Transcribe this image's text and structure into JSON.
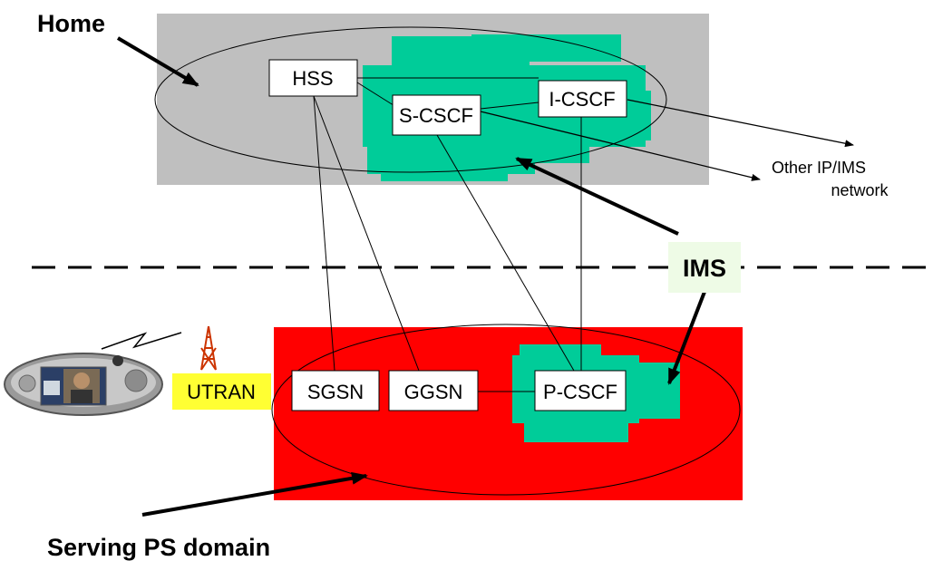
{
  "labels": {
    "home": "Home",
    "serving": "Serving PS domain",
    "ims": "IMS",
    "other_network_line1": "Other IP/IMS",
    "other_network_line2": "network"
  },
  "nodes": {
    "hss": "HSS",
    "scscf": "S-CSCF",
    "icscf": "I-CSCF",
    "pcscf": "P-CSCF",
    "sgsn": "SGSN",
    "ggsn": "GGSN",
    "utran": "UTRAN"
  },
  "colors": {
    "home_domain": "#bfbfbf",
    "serving_domain": "#ff0000",
    "ims_cloud": "#00cc99",
    "utran_box": "#ffff33",
    "ims_label_bg": "#eefbe6"
  },
  "icons": {
    "terminal": "mobile-terminal-icon",
    "antenna": "radio-antenna-icon",
    "radio_link": "lightning-link-icon"
  }
}
